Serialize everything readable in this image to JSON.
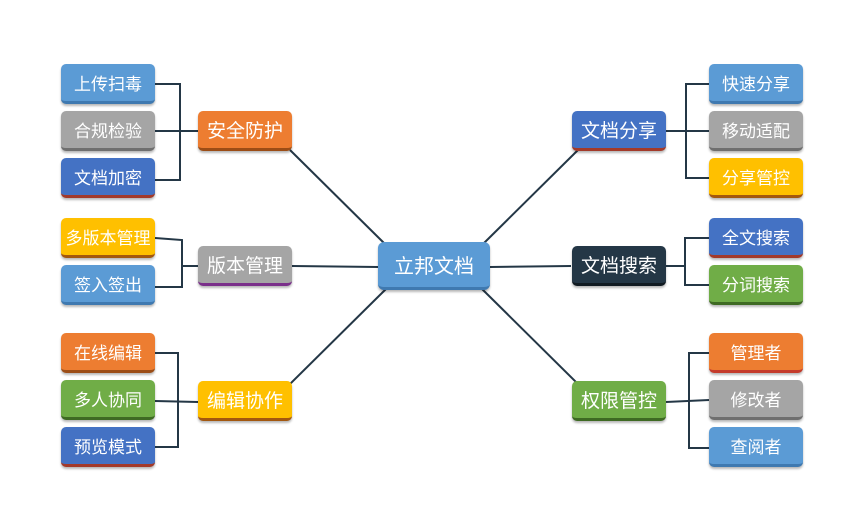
{
  "center": {
    "label": "立邦文档"
  },
  "branches": {
    "security": {
      "label": "安全防护",
      "children": [
        "上传扫毒",
        "合规检验",
        "文档加密"
      ]
    },
    "version": {
      "label": "版本管理",
      "children": [
        "多版本管理",
        "签入签出"
      ]
    },
    "editing": {
      "label": "编辑协作",
      "children": [
        "在线编辑",
        "多人协同",
        "预览模式"
      ]
    },
    "share": {
      "label": "文档分享",
      "children": [
        "快速分享",
        "移动适配",
        "分享管控"
      ]
    },
    "search": {
      "label": "文档搜索",
      "children": [
        "全文搜索",
        "分词搜索"
      ]
    },
    "permission": {
      "label": "权限管控",
      "children": [
        "管理者",
        "修改者",
        "查阅者"
      ]
    }
  },
  "colors": {
    "orange": "#ed7d31",
    "gray": "#a5a5a5",
    "yellow": "#ffc000",
    "blue": "#5b9bd5",
    "navy": "#4472c4",
    "green": "#70ad47",
    "dark": "#243746",
    "line": "#243746"
  }
}
